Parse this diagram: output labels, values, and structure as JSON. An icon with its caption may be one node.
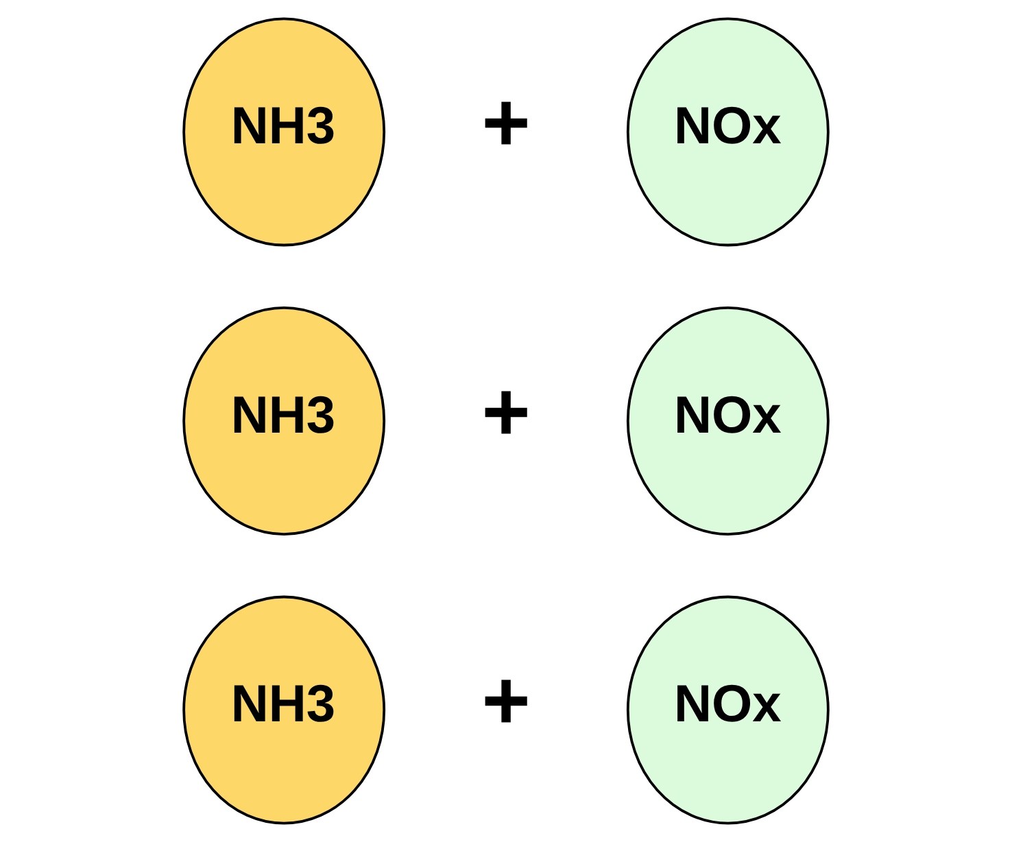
{
  "diagram": {
    "nodes": [
      {
        "text": [
          "NH3"
        ]
      },
      {
        "text": [
          "NOx"
        ]
      },
      {
        "text": [
          "NH3"
        ]
      },
      {
        "text": [
          "NOx"
        ]
      },
      {
        "text": [
          "NH3"
        ]
      },
      {
        "text": [
          "NOx"
        ]
      }
    ],
    "labels": [
      "+",
      "+",
      "+"
    ]
  }
}
